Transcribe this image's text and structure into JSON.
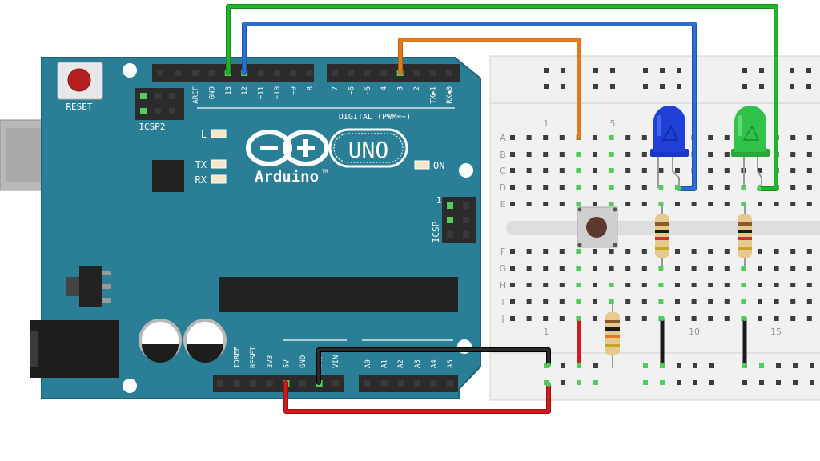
{
  "colors": {
    "board": "#2a7e96",
    "board_edge": "#1f6277",
    "breadboard": "#f1f1f1",
    "breadboard_gap": "#dedede",
    "wire_green": "#1fb52a",
    "wire_blue": "#2b6fd1",
    "wire_orange": "#e07a1d",
    "wire_red": "#cf1b1b",
    "wire_black": "#1a1a1a",
    "led_blue": "#1f3fd6",
    "led_green": "#31c24a",
    "header": "#2b2b2b",
    "pin_highlight": "#4fcf5a"
  },
  "arduino": {
    "reset_label": "RESET",
    "icsp2_label": "ICSP2",
    "icsp_label": "ICSP",
    "led_l_label": "L",
    "led_tx_label": "TX",
    "led_rx_label": "RX",
    "on_label": "ON",
    "uno_label": "UNO",
    "brand_label": "Arduino",
    "brand_tm": "TM",
    "digital_label": "DIGITAL (PWM=~)",
    "icsp_pin1_label": "1",
    "top_pins": [
      "AREF",
      "GND",
      "13",
      "12",
      "~11",
      "~10",
      "~9",
      "8",
      "7",
      "~6",
      "~5",
      "4",
      "~3",
      "2",
      "TX▶1",
      "RX◀0"
    ],
    "power_pins": [
      "IOREF",
      "RESET",
      "3V3",
      "5V",
      "GND",
      "GND",
      "VIN"
    ],
    "analog_pins": [
      "A0",
      "A1",
      "A2",
      "A3",
      "A4",
      "A5"
    ]
  },
  "breadboard": {
    "row_labels_top": [
      "A",
      "B",
      "C",
      "D",
      "E"
    ],
    "row_labels_bottom": [
      "F",
      "G",
      "H",
      "I",
      "J"
    ],
    "column_numbers_top": [
      "1",
      "5"
    ],
    "column_numbers_bottom": [
      "1",
      "10",
      "15"
    ]
  },
  "components": [
    {
      "type": "led",
      "color": "blue"
    },
    {
      "type": "led",
      "color": "green"
    },
    {
      "type": "pushbutton"
    },
    {
      "type": "resistor"
    },
    {
      "type": "resistor"
    },
    {
      "type": "resistor"
    }
  ]
}
